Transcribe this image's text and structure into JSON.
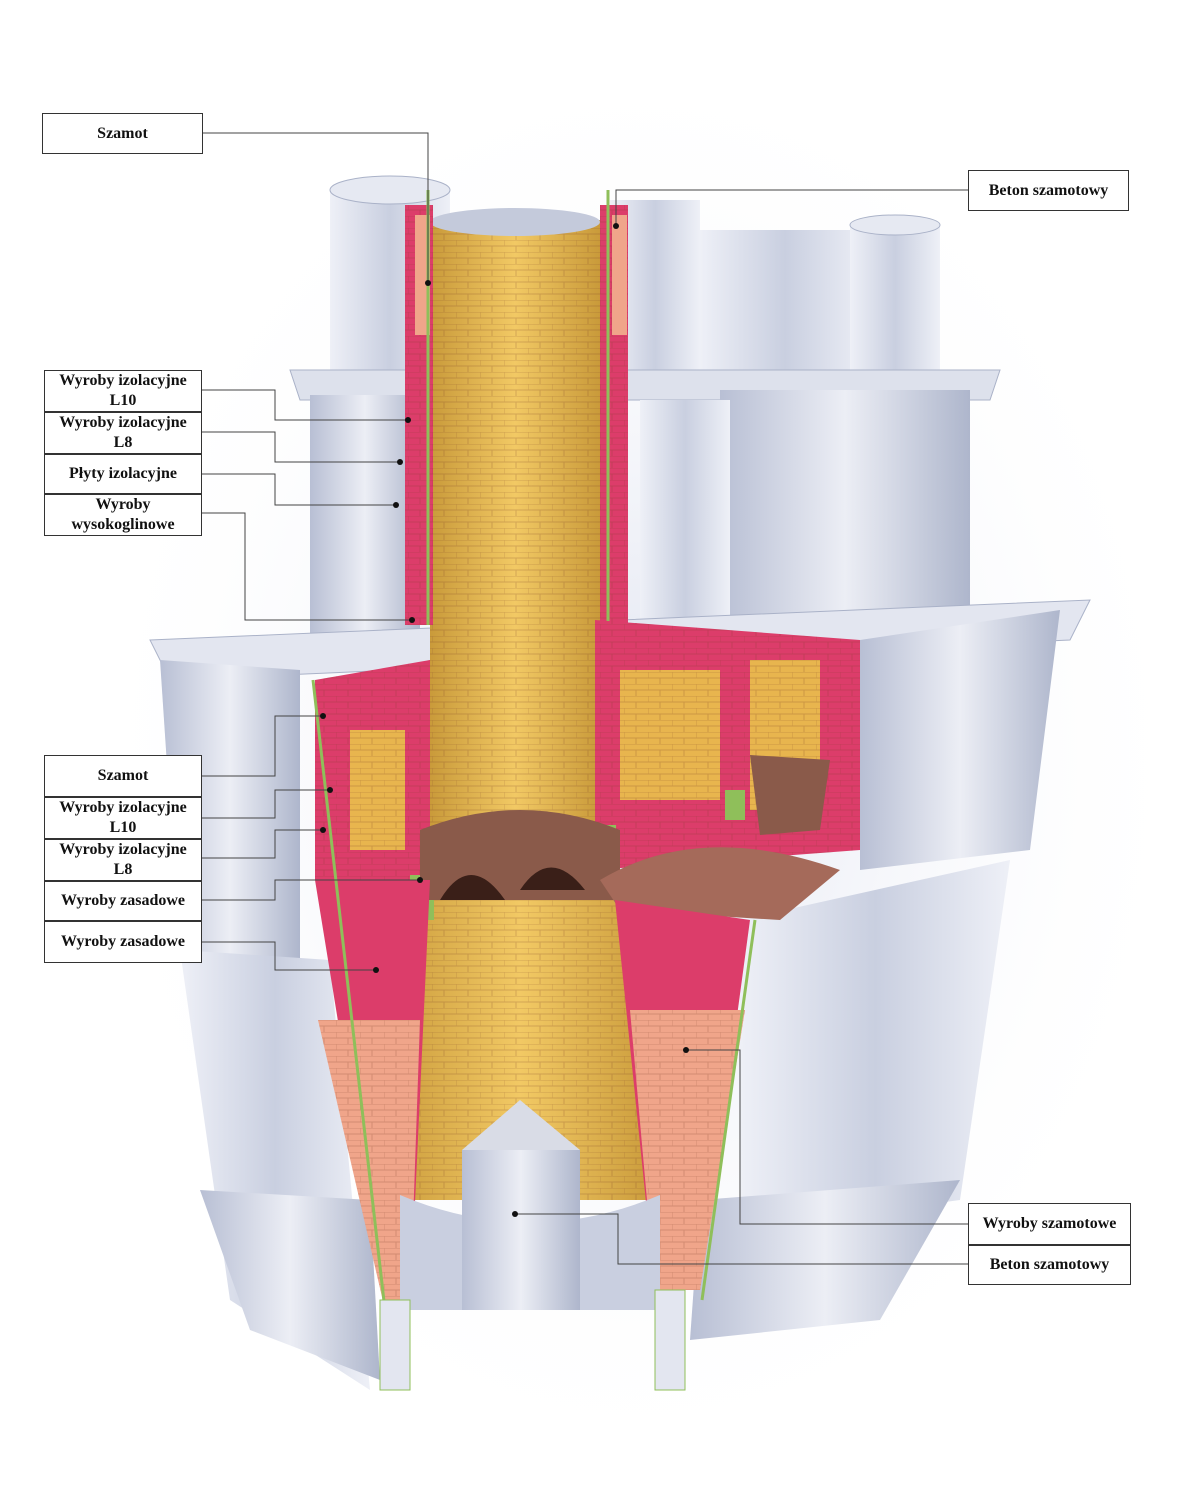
{
  "labels": {
    "szamot_top": "Szamot",
    "beton_szamotowy_top": "Beton szamotowy",
    "izolacyjne_l10_top_1": "Wyroby izolacyjne",
    "izolacyjne_l10_top_2": "L10",
    "izolacyjne_l8_top_1": "Wyroby izolacyjne",
    "izolacyjne_l8_top_2": "L8",
    "plyty_izolacyjne": "Płyty izolacyjne",
    "wysokoglinowe_1": "Wyroby",
    "wysokoglinowe_2": "wysokoglinowe",
    "szamot_mid": "Szamot",
    "izolacyjne_l10_mid_1": "Wyroby izolacyjne",
    "izolacyjne_l10_mid_2": "L10",
    "izolacyjne_l8_mid_1": "Wyroby izolacyjne",
    "izolacyjne_l8_mid_2": "L8",
    "zasadowe_1": "Wyroby zasadowe",
    "zasadowe_2": "Wyroby zasadowe",
    "szamotowe": "Wyroby szamotowe",
    "beton_szamotowy_bottom": "Beton szamotowy"
  },
  "colors": {
    "brick_yellow": "#e8b54e",
    "brick_pink": "#dc3d6a",
    "brick_salmon": "#f0a58a",
    "steel": "#d6dbe8",
    "steel_shadow": "#a9b0c8",
    "insulation_green": "#8fbf5a",
    "dome_brown": "#8a5a4a"
  }
}
